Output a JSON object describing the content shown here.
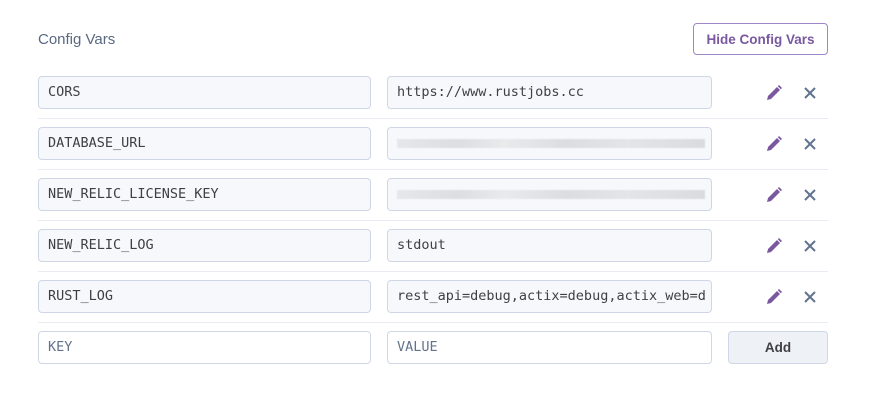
{
  "header": {
    "title": "Config Vars",
    "hide_button": "Hide Config Vars"
  },
  "vars": [
    {
      "key": "CORS",
      "value": "https://www.rustjobs.cc",
      "value_obscured": false
    },
    {
      "key": "DATABASE_URL",
      "value": "",
      "value_obscured": true
    },
    {
      "key": "NEW_RELIC_LICENSE_KEY",
      "value": "",
      "value_obscured": true
    },
    {
      "key": "NEW_RELIC_LOG",
      "value": "stdout",
      "value_obscured": false
    },
    {
      "key": "RUST_LOG",
      "value": "rest_api=debug,actix=debug,actix_web=d",
      "value_obscured": false
    }
  ],
  "new_var": {
    "key_placeholder": "KEY",
    "value_placeholder": "VALUE",
    "add_button": "Add"
  },
  "icons": {
    "edit": "pencil-icon",
    "delete": "close-icon"
  },
  "colors": {
    "accent": "#79589f",
    "title": "#596981",
    "delete_icon": "#62738d",
    "field_border": "#cfd7e6",
    "field_bg": "#f7f8fb"
  }
}
